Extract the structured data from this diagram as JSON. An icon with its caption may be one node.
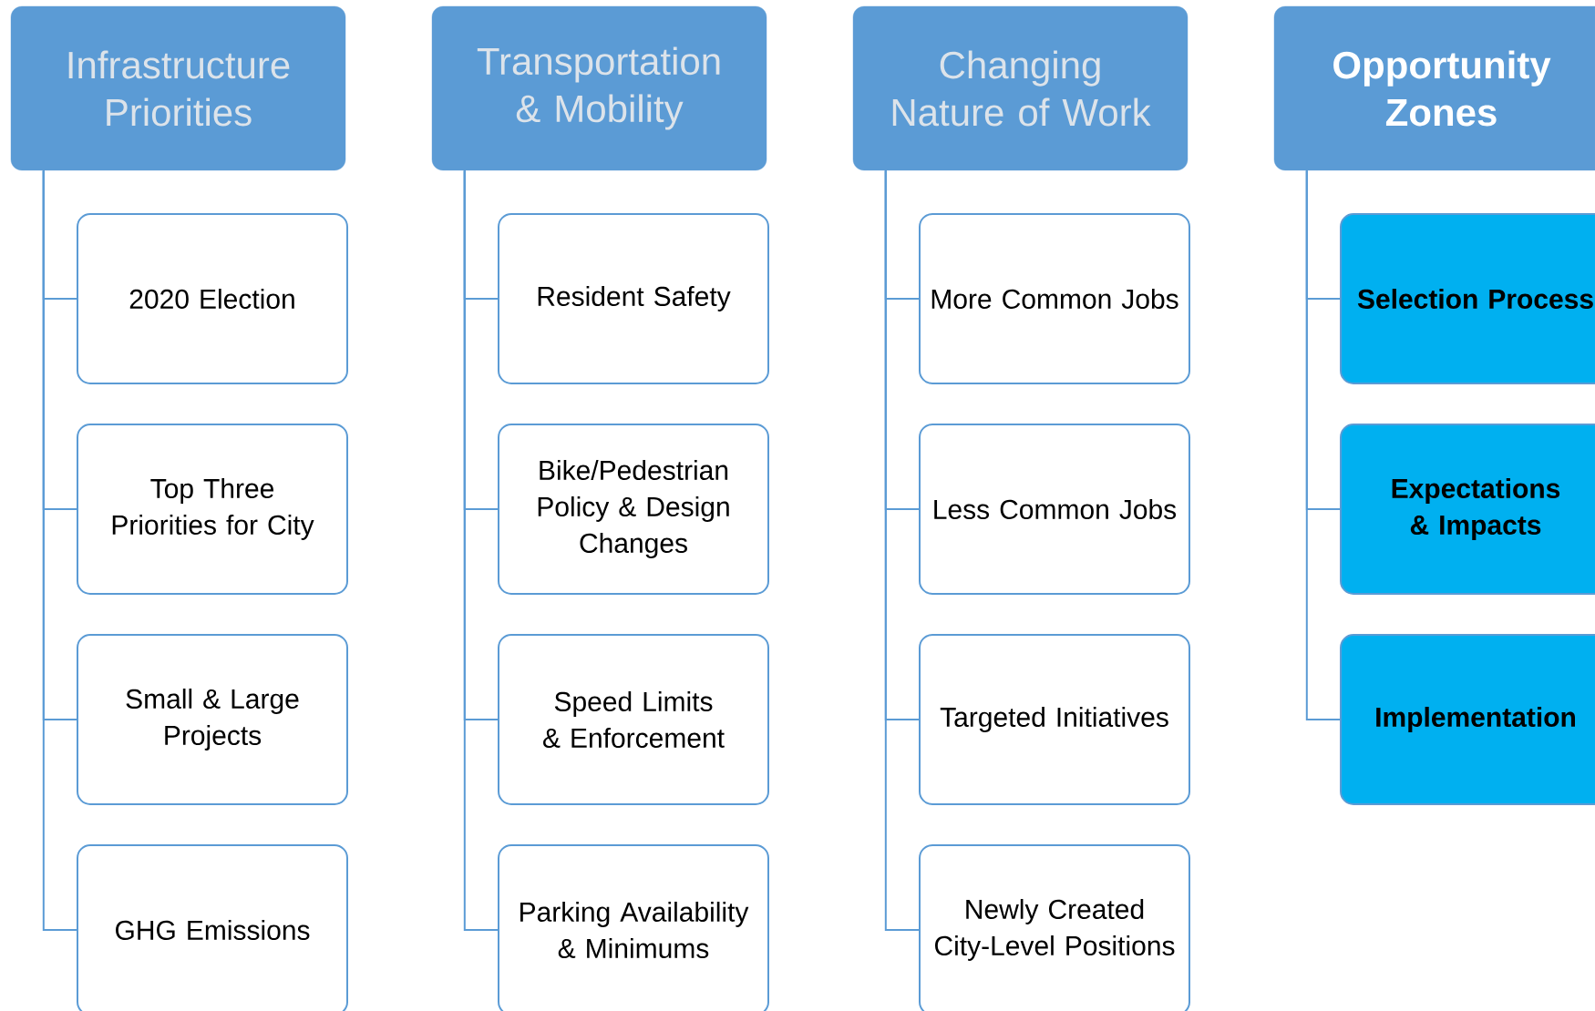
{
  "diagram": {
    "nodes": [
      {
        "text": [
          "Infrastructure Priorities"
        ]
      },
      {
        "text": [
          "2020 Election"
        ]
      },
      {
        "text": [
          "Top Three Priorities for City"
        ]
      },
      {
        "text": [
          "Small & Large Projects"
        ]
      },
      {
        "text": [
          "GHG Emissions"
        ]
      },
      {
        "text": [
          "Transportation & Mobility"
        ]
      },
      {
        "text": [
          "Resident Safety"
        ]
      },
      {
        "text": [
          "Bike/Pedestrian Policy & Design Changes"
        ]
      },
      {
        "text": [
          "Speed Limits & Enforcement"
        ]
      },
      {
        "text": [
          "Parking Availability & Minimums"
        ]
      },
      {
        "text": [
          "Changing Nature of Work"
        ]
      },
      {
        "text": [
          "More Common Jobs"
        ]
      },
      {
        "text": [
          "Less Common Jobs"
        ]
      },
      {
        "text": [
          "Targeted Initiatives"
        ]
      },
      {
        "text": [
          "Newly Created City-Level Positions"
        ]
      },
      {
        "text": [
          "Opportunity Zones"
        ]
      },
      {
        "text": [
          "Selection Process"
        ]
      },
      {
        "text": [
          "Expectations & Impacts"
        ]
      },
      {
        "text": [
          "Implementation"
        ]
      }
    ],
    "edges": [
      {
        "from": 0,
        "to": 1,
        "arrow": "none"
      },
      {
        "from": 0,
        "to": 2,
        "arrow": "none"
      },
      {
        "from": 0,
        "to": 3,
        "arrow": "none"
      },
      {
        "from": 0,
        "to": 4,
        "arrow": "none"
      },
      {
        "from": 5,
        "to": 6,
        "arrow": "none"
      },
      {
        "from": 5,
        "to": 7,
        "arrow": "none"
      },
      {
        "from": 5,
        "to": 8,
        "arrow": "none"
      },
      {
        "from": 5,
        "to": 9,
        "arrow": "none"
      },
      {
        "from": 10,
        "to": 11,
        "arrow": "none"
      },
      {
        "from": 10,
        "to": 12,
        "arrow": "none"
      },
      {
        "from": 10,
        "to": 13,
        "arrow": "none"
      },
      {
        "from": 10,
        "to": 14,
        "arrow": "none"
      },
      {
        "from": 15,
        "to": 16,
        "arrow": "none"
      },
      {
        "from": 15,
        "to": 17,
        "arrow": "none"
      },
      {
        "from": 15,
        "to": 18,
        "arrow": "none"
      }
    ]
  }
}
